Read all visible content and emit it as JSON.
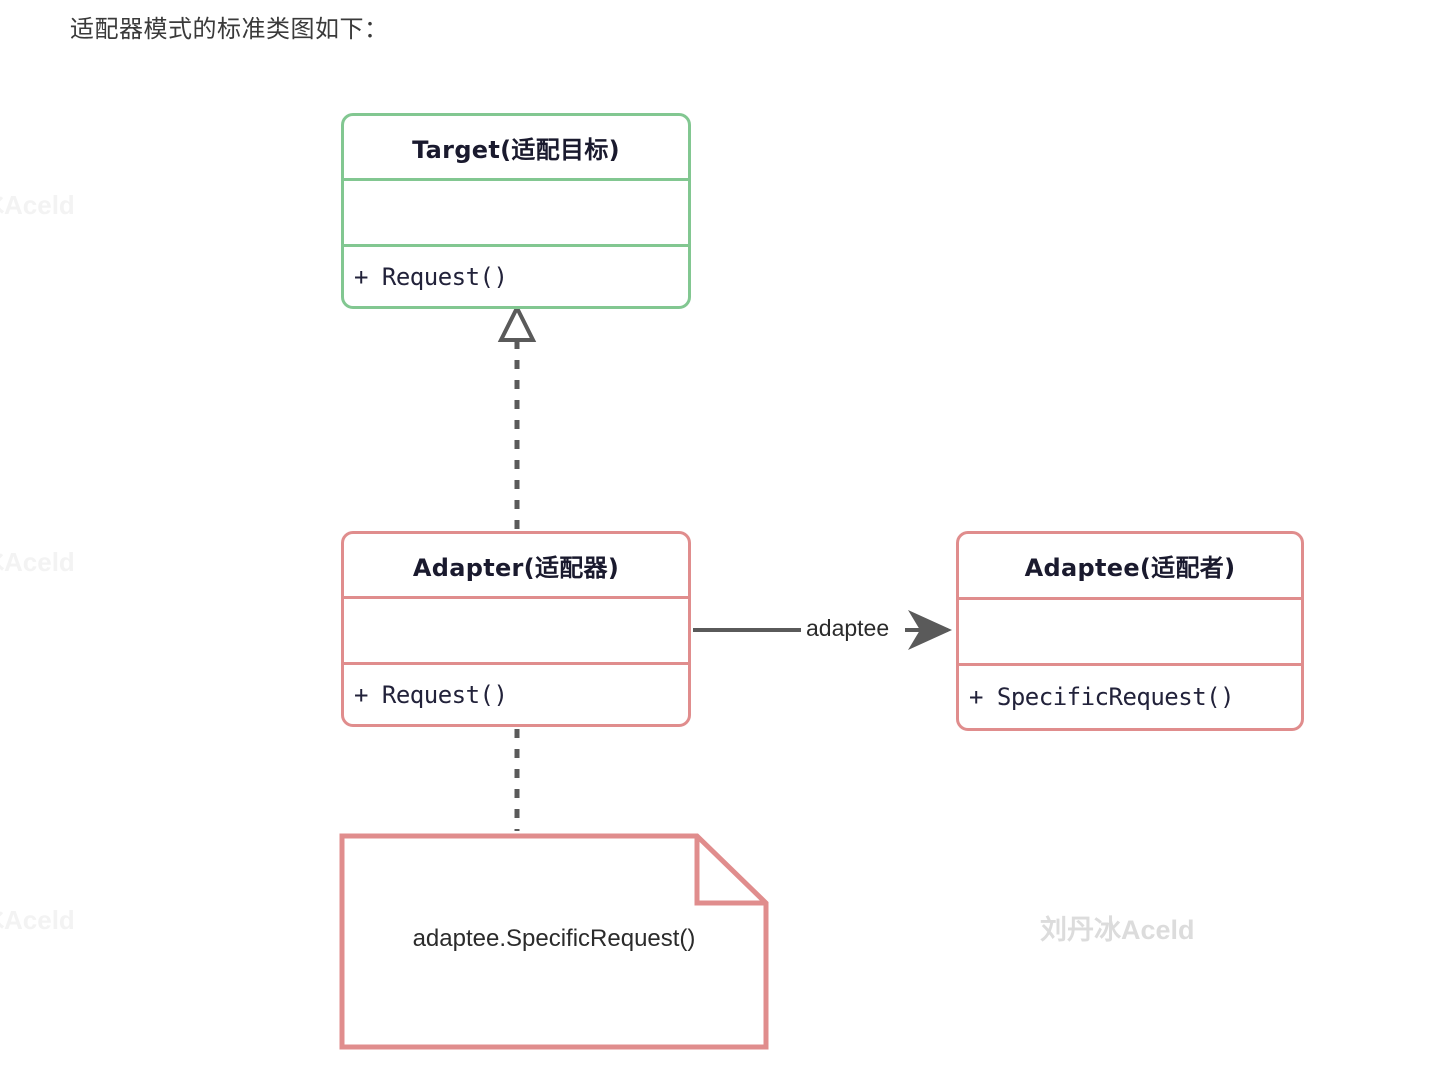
{
  "page": {
    "heading": "适配器模式的标准类图如下：",
    "background_color": "#ffffff"
  },
  "watermarks": {
    "main": "刘丹冰Aceld",
    "edge": "冰Aceld",
    "color": "#dcdcdc"
  },
  "colors": {
    "target_border": "#82c791",
    "adapter_border": "#e08d8d",
    "adaptee_border": "#e08d8d",
    "note_border": "#e08d8d",
    "connector": "#5a5a5a",
    "text": "#222222"
  },
  "diagram": {
    "type": "uml-class-diagram",
    "classes": [
      {
        "id": "target",
        "title": "Target(适配目标)",
        "attributes": [],
        "operations": "+ Request()",
        "border_color": "#82c791"
      },
      {
        "id": "adapter",
        "title": "Adapter(适配器)",
        "attributes": [],
        "operations": "+ Request()",
        "border_color": "#e08d8d"
      },
      {
        "id": "adaptee",
        "title": "Adaptee(适配者)",
        "attributes": [],
        "operations": "+ SpecificRequest()",
        "border_color": "#e08d8d"
      }
    ],
    "note": {
      "id": "note-adapter-impl",
      "text": "adaptee.SpecificRequest()",
      "border_color": "#e08d8d"
    },
    "relationships": [
      {
        "id": "realization",
        "from": "adapter",
        "to": "target",
        "kind": "realization",
        "line": "dashed",
        "arrowhead": "hollow-triangle",
        "label": ""
      },
      {
        "id": "association",
        "from": "adapter",
        "to": "adaptee",
        "kind": "association",
        "line": "solid",
        "arrowhead": "open-arrow",
        "label": "adaptee"
      },
      {
        "id": "note-link",
        "from": "adapter",
        "to": "note-adapter-impl",
        "kind": "note-anchor",
        "line": "dashed",
        "arrowhead": "none",
        "label": ""
      }
    ]
  }
}
